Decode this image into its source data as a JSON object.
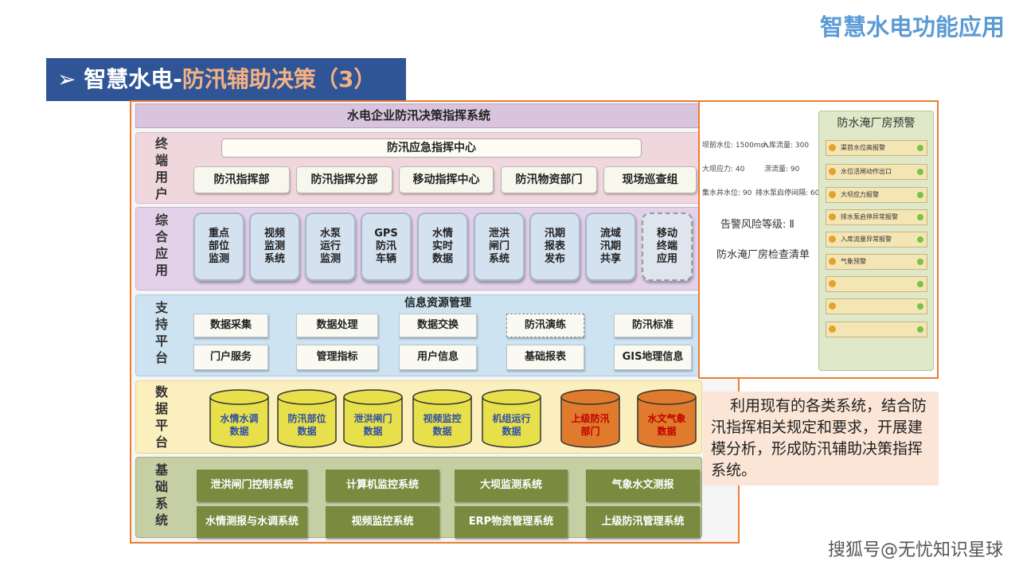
{
  "corner_title": "智慧水电功能应用",
  "banner": {
    "arrow": "➢",
    "prefix": "智慧水电-",
    "highlight": "防汛辅助决策（3）"
  },
  "diagram": {
    "title": "水电企业防汛决策指挥系统",
    "terminal": {
      "label": "终端用户",
      "center": "防汛应急指挥中心",
      "units": [
        "防汛指挥部",
        "防汛指挥分部",
        "移动指挥中心",
        "防汛物资部门",
        "现场巡查组"
      ]
    },
    "apps": {
      "label": "综合应用",
      "items": [
        {
          "l1": "重点",
          "l2": "部位",
          "l3": "监测"
        },
        {
          "l1": "视频",
          "l2": "监测",
          "l3": "系统"
        },
        {
          "l1": "水泵",
          "l2": "运行",
          "l3": "监测"
        },
        {
          "l1": "GPS",
          "l2": "防汛",
          "l3": "车辆"
        },
        {
          "l1": "水情",
          "l2": "实时",
          "l3": "数据"
        },
        {
          "l1": "泄洪",
          "l2": "闸门",
          "l3": "系统"
        },
        {
          "l1": "汛期",
          "l2": "报表",
          "l3": "发布"
        },
        {
          "l1": "流域",
          "l2": "汛期",
          "l3": "共享"
        },
        {
          "l1": "移动",
          "l2": "终端",
          "l3": "应用"
        }
      ]
    },
    "support": {
      "label": "支持平台",
      "header": "信息资源管理",
      "row1": [
        "数据采集",
        "数据处理",
        "数据交换",
        "防汛演练",
        "防汛标准"
      ],
      "row2": [
        "门户服务",
        "管理指标",
        "用户信息",
        "基础报表",
        "GIS地理信息"
      ]
    },
    "data_platform": {
      "label": "数据平台",
      "cylinders": [
        {
          "l1": "水情水调",
          "l2": "数据"
        },
        {
          "l1": "防汛部位",
          "l2": "数据"
        },
        {
          "l1": "泄洪闸门",
          "l2": "数据"
        },
        {
          "l1": "视频监控",
          "l2": "数据"
        },
        {
          "l1": "机组运行",
          "l2": "数据"
        },
        {
          "l1": "上级防汛",
          "l2": "部门"
        },
        {
          "l1": "水文气象",
          "l2": "数据"
        }
      ],
      "colors": {
        "yellow": "#e8e04a",
        "orange": "#e07a2c"
      }
    },
    "base": {
      "label": "基础系统",
      "systems": [
        "泄洪闸门控制系统",
        "计算机监控系统",
        "大坝监测系统",
        "气象水文测报",
        "水情测报与水调系统",
        "视频监控系统",
        "ERP物资管理系统",
        "上级防汛管理系统"
      ]
    }
  },
  "panel": {
    "readings": [
      "坝前水位: 1500mm",
      "入库流量: 300",
      "大坝应力: 40",
      "涝流量: 90",
      "集水井水位: 90",
      "排水泵启停间隔: 60"
    ],
    "risk": "告警风险等级: Ⅱ",
    "checklist": "防水淹厂房检查清单",
    "warning_title": "防水淹厂房预警",
    "warnings": [
      "渠首水位高报警",
      "水位活闸动作出口",
      "大坝应力报警",
      "排水泵启停异常报警",
      "入库流量异常报警",
      "气象预警",
      "",
      "",
      ""
    ]
  },
  "description": "利用现有的各类系统，结合防汛指挥相关规定和要求，开展建模分析，形成防汛辅助决策指挥系统。",
  "watermark": "搜狐号@无忧知识星球"
}
